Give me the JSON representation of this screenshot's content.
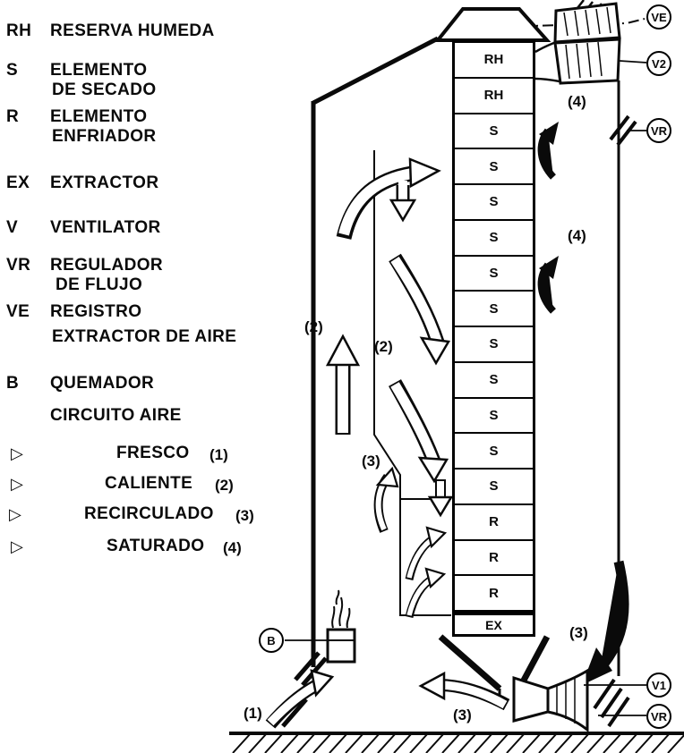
{
  "legend": {
    "items": [
      {
        "abbr": "RH",
        "line1": "RESERVA HUMEDA",
        "line2": ""
      },
      {
        "abbr": "S",
        "line1": "ELEMENTO",
        "line2": "DE SECADO"
      },
      {
        "abbr": "R",
        "line1": "ELEMENTO",
        "line2": "ENFRIADOR"
      },
      {
        "abbr": "EX",
        "line1": "EXTRACTOR",
        "line2": ""
      },
      {
        "abbr": "V",
        "line1": "VENTILATOR",
        "line2": ""
      },
      {
        "abbr": "VR",
        "line1": "REGULADOR",
        "line2": "DE FLUJO"
      },
      {
        "abbr": "VE",
        "line1": "REGISTRO",
        "line2": "EXTRACTOR DE AIRE"
      },
      {
        "abbr": "B",
        "line1": "QUEMADOR",
        "line2": ""
      }
    ],
    "air_circuit_title": "CIRCUITO AIRE",
    "air_items": [
      {
        "label": "FRESCO",
        "num": "(1)"
      },
      {
        "label": "CALIENTE",
        "num": "(2)"
      },
      {
        "label": "RECIRCULADO",
        "num": "(3)"
      },
      {
        "label": "SATURADO",
        "num": "(4)"
      }
    ],
    "arrow_glyph": "▷"
  },
  "tower": {
    "cells": [
      "RH",
      "RH",
      "S",
      "S",
      "S",
      "S",
      "S",
      "S",
      "S",
      "S",
      "S",
      "S",
      "S",
      "R",
      "R",
      "R"
    ],
    "extractor": "EX"
  },
  "badges": {
    "ve": "VE",
    "v2": "V2",
    "vr_top": "VR",
    "b": "B",
    "v1": "V1",
    "vr_bottom": "VR"
  },
  "annotations": {
    "hot_left": "(2)",
    "hot_mid": "(2)",
    "recirc_mid": "(3)",
    "saturated_top": "(4)",
    "saturated_mid": "(4)",
    "recirc_right": "(3)",
    "fresh_bottom": "(1)",
    "recirc_bottom": "(3)"
  },
  "colors": {
    "ink": "#0a0a0a",
    "paper": "#ffffff"
  }
}
